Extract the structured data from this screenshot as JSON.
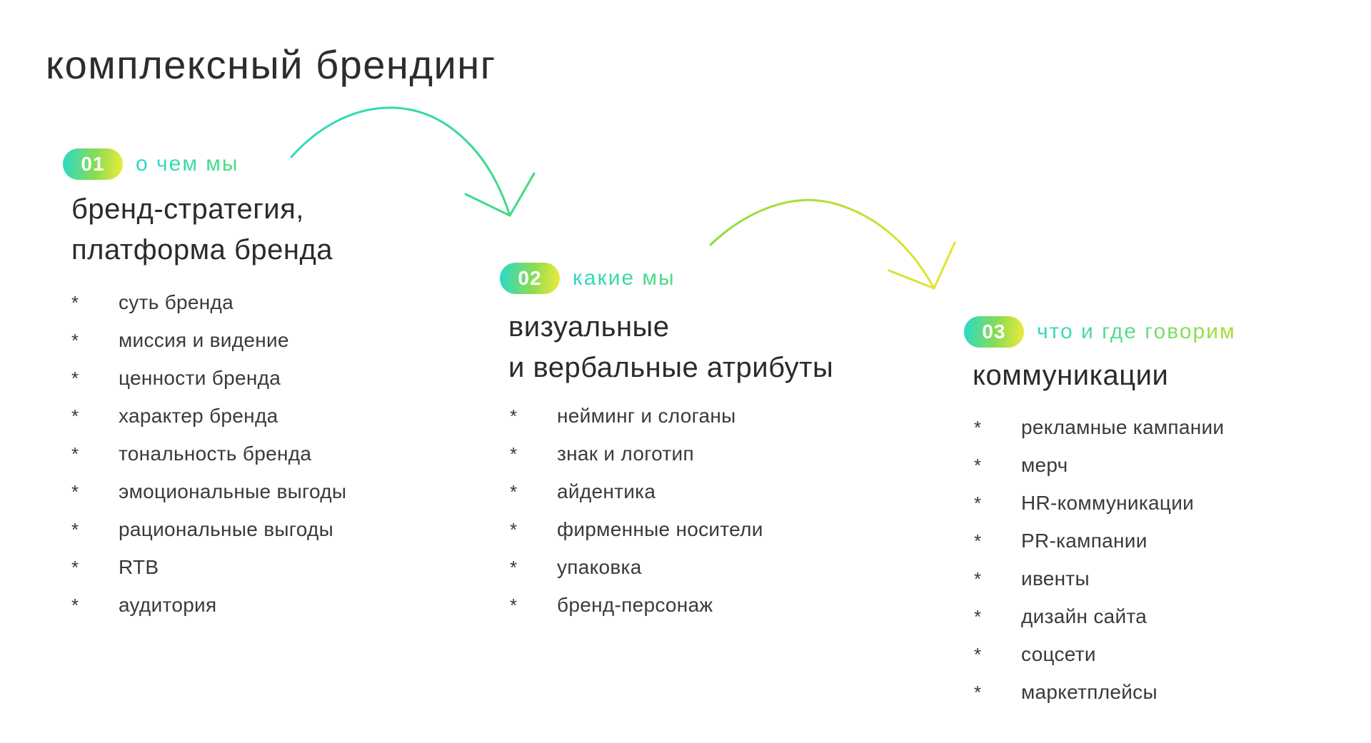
{
  "title": "комплексный брендинг",
  "bullet_char": "*",
  "colors": {
    "background": "#ffffff",
    "title_text": "#2b2d2e",
    "heading_text": "#2b2b2b",
    "list_text": "#3a3a3a",
    "badge_text": "#ffffff",
    "badge_gradient": [
      "#27d9ca",
      "#8bdc52",
      "#f0eb3a"
    ],
    "tag_gradient_teal_green": [
      "#2bd9c9",
      "#4edb7c"
    ],
    "tag_gradient_teal_lime": [
      "#2bd9c9",
      "#aade2f"
    ],
    "arrow_1_gradient": [
      "#2bd9c8",
      "#41db7e"
    ],
    "arrow_2_gradient": [
      "#8cdc3c",
      "#e9e431"
    ]
  },
  "sections": [
    {
      "number": "01",
      "tag": "о чем мы",
      "heading_lines": [
        "бренд-стратегия,",
        "платформа бренда"
      ],
      "items": [
        "суть бренда",
        "миссия и видение",
        "ценности бренда",
        "характер бренда",
        "тональность бренда",
        "эмоциональные выгоды",
        "рациональные выгоды",
        "RTB",
        "аудитория"
      ]
    },
    {
      "number": "02",
      "tag": "какие мы",
      "heading_lines": [
        "визуальные",
        "и вербальные атрибуты"
      ],
      "items": [
        "нейминг и слоганы",
        "знак и логотип",
        "айдентика",
        "фирменные носители",
        "упаковка",
        "бренд-персонаж"
      ]
    },
    {
      "number": "03",
      "tag": "что и где говорим",
      "heading_lines": [
        "коммуникации"
      ],
      "items": [
        "рекламные кампании",
        "мерч",
        "HR-коммуникации",
        "PR-кампании",
        "ивенты",
        "дизайн сайта",
        "соцсети",
        "маркетплейсы"
      ]
    }
  ]
}
